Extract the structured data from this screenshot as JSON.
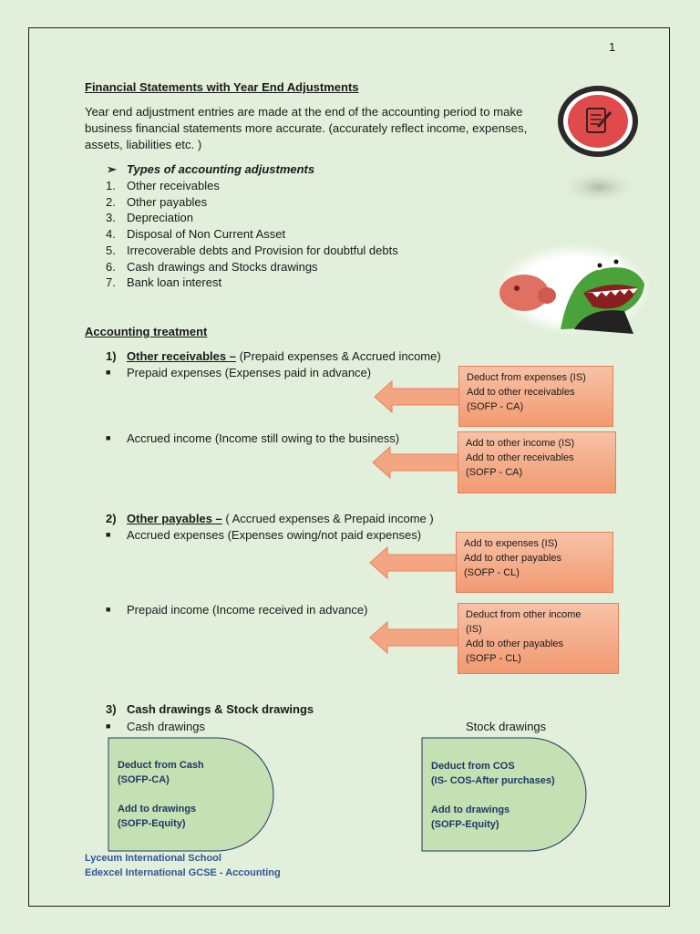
{
  "page_number": "1",
  "title": "Financial Statements with Year End Adjustments",
  "intro": "Year end adjustment entries are made at the end of the accounting period to make business financial statements more accurate. (accurately reflect income, expenses, assets, liabilities etc. )",
  "types": {
    "heading": "Types of accounting adjustments",
    "items": [
      {
        "num": "1.",
        "label": "Other receivables"
      },
      {
        "num": "2.",
        "label": "Other payables"
      },
      {
        "num": "3.",
        "label": "Depreciation"
      },
      {
        "num": "4.",
        "label": "Disposal of Non Current Asset"
      },
      {
        "num": "5.",
        "label": "Irrecoverable debts and Provision for doubtful debts"
      },
      {
        "num": "6.",
        "label": "Cash drawings and Stocks drawings"
      },
      {
        "num": "7.",
        "label": "Bank loan interest"
      }
    ]
  },
  "accounting_treatment": "Accounting treatment",
  "section1": {
    "num": "1)",
    "heading": "Other receivables –",
    "sub": " (Prepaid expenses & Accrued income)",
    "bullet1": "Prepaid expenses (Expenses paid in advance)",
    "callout1": [
      "Deduct from expenses (IS)",
      "Add to other receivables",
      "(SOFP - CA)"
    ],
    "bullet2": "Accrued income (Income still owing to the business)",
    "callout2": [
      "Add to other income (IS)",
      "Add to other receivables",
      "(SOFP - CA)"
    ]
  },
  "section2": {
    "num": "2)",
    "heading": "Other payables –",
    "sub": " ( Accrued expenses & Prepaid income )",
    "bullet1": "Accrued expenses (Expenses owing/not paid expenses)",
    "callout1": [
      "Add to expenses (IS)",
      "Add to other payables",
      "(SOFP - CL)"
    ],
    "bullet2": "Prepaid income (Income received in advance)",
    "callout2": [
      "Deduct from other income",
      "(IS)",
      "Add to other payables",
      "(SOFP - CL)"
    ]
  },
  "section3": {
    "num": "3)",
    "heading": "Cash drawings & Stock drawings",
    "bullet1": "Cash drawings",
    "stock_label": "Stock drawings",
    "cash_box": [
      "Deduct from Cash",
      "(SOFP-CA)",
      "",
      "Add to drawings",
      "(SOFP-Equity)"
    ],
    "stock_box": [
      "Deduct from COS",
      "(IS- COS-After purchases)",
      "",
      "Add to drawings",
      "(SOFP-Equity)"
    ]
  },
  "footer": {
    "line1": "Lyceum International School",
    "line2": "Edexcel International GCSE - Accounting"
  },
  "colors": {
    "background": "#e2efda",
    "callout": "#f4a682",
    "callout_border": "#e8805a",
    "dshape_fill": "#c5e0b3",
    "dshape_text": "#1f3864",
    "footer_text": "#2f5597",
    "icon_red": "#e04a4a"
  },
  "icons": [
    "notepad-pencil-icon",
    "crocodile-piggybank-image",
    "rightward-arrow-bullet"
  ]
}
